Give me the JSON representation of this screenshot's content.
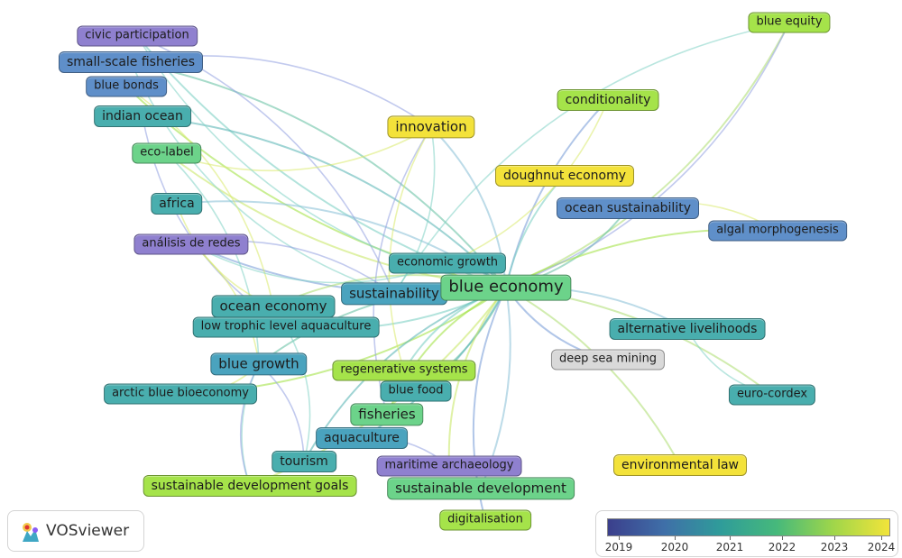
{
  "colors": {
    "y2019": "#8f80cf",
    "y2020": "#5f8fc9",
    "y2021": "#49aeae",
    "y2022": "#6cd38a",
    "y2023": "#a5e34a",
    "y2024": "#f3e23a",
    "grey": "#d9d9d9"
  },
  "nodes": [
    {
      "id": "civic-participation",
      "label": "civic participation",
      "year": "2019"
    },
    {
      "id": "small-scale-fisheries",
      "label": "small-scale fisheries",
      "year": "2020"
    },
    {
      "id": "blue-bonds",
      "label": "blue bonds",
      "year": "2020"
    },
    {
      "id": "indian-ocean",
      "label": "indian ocean",
      "year": "2021"
    },
    {
      "id": "eco-label",
      "label": "eco-label",
      "year": "2022"
    },
    {
      "id": "africa",
      "label": "africa",
      "year": "2021"
    },
    {
      "id": "analisis-de-redes",
      "label": "análisis de redes",
      "year": "2019"
    },
    {
      "id": "ocean-economy",
      "label": "ocean economy",
      "year": "2021"
    },
    {
      "id": "low-trophic",
      "label": "low trophic level aquaculture",
      "year": "2021"
    },
    {
      "id": "blue-growth",
      "label": "blue growth",
      "year": "2020b"
    },
    {
      "id": "arctic-blue-bioeconomy",
      "label": "arctic blue bioeconomy",
      "year": "2021"
    },
    {
      "id": "tourism",
      "label": "tourism",
      "year": "2021"
    },
    {
      "id": "sdgs",
      "label": "sustainable development goals",
      "year": "2023"
    },
    {
      "id": "innovation",
      "label": "innovation",
      "year": "2024"
    },
    {
      "id": "conditionality",
      "label": "conditionality",
      "year": "2023"
    },
    {
      "id": "blue-equity",
      "label": "blue equity",
      "year": "2023"
    },
    {
      "id": "doughnut-economy",
      "label": "doughnut economy",
      "year": "2024"
    },
    {
      "id": "ocean-sustainability",
      "label": "ocean sustainability",
      "year": "2020"
    },
    {
      "id": "algal-morphogenesis",
      "label": "algal morphogenesis",
      "year": "2020"
    },
    {
      "id": "economic-growth",
      "label": "economic growth",
      "year": "2021"
    },
    {
      "id": "sustainability",
      "label": "sustainability",
      "year": "2020b"
    },
    {
      "id": "blue-economy",
      "label": "blue economy",
      "year": "2022"
    },
    {
      "id": "alternative-livelihoods",
      "label": "alternative livelihoods",
      "year": "2021"
    },
    {
      "id": "deep-sea-mining",
      "label": "deep sea mining",
      "year": "grey"
    },
    {
      "id": "euro-cordex",
      "label": "euro-cordex",
      "year": "2021"
    },
    {
      "id": "regenerative-systems",
      "label": "regenerative systems",
      "year": "2023"
    },
    {
      "id": "blue-food",
      "label": "blue food",
      "year": "2021"
    },
    {
      "id": "fisheries",
      "label": "fisheries",
      "year": "2022"
    },
    {
      "id": "aquaculture",
      "label": "aquaculture",
      "year": "2020b"
    },
    {
      "id": "maritime-archaeology",
      "label": "maritime archaeology",
      "year": "2019"
    },
    {
      "id": "sustainable-development",
      "label": "sustainable development",
      "year": "2022"
    },
    {
      "id": "digitalisation",
      "label": "digitalisation",
      "year": "2023"
    },
    {
      "id": "environmental-law",
      "label": "environmental law",
      "year": "2024"
    }
  ],
  "logo": {
    "text": "VOSviewer"
  },
  "legend": {
    "ticks": [
      "2019",
      "2020",
      "2021",
      "2022",
      "2023",
      "2024"
    ]
  }
}
